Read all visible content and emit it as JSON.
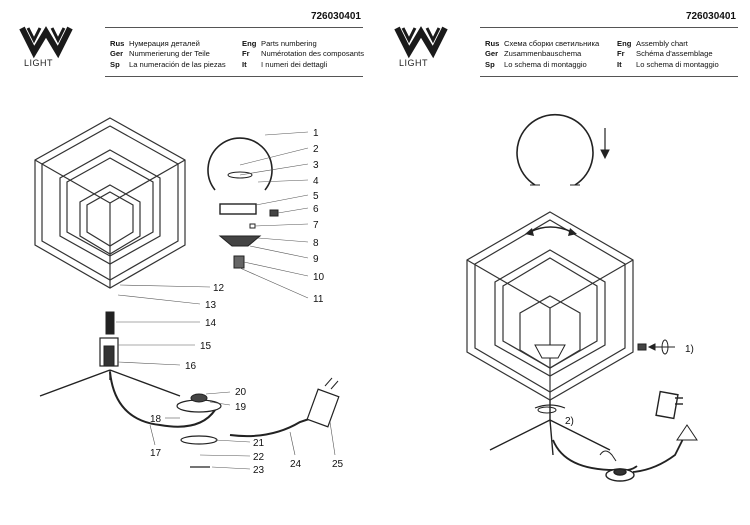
{
  "left": {
    "code": "726030401",
    "logo_text": "LIGHT",
    "langs_col1": [
      {
        "code": "Rus",
        "text": "Нумерация деталей"
      },
      {
        "code": "Ger",
        "text": "Nummerierung der Teile"
      },
      {
        "code": "Sp",
        "text": "La numeración de las piezas"
      }
    ],
    "langs_col2": [
      {
        "code": "Eng",
        "text": "Parts numbering"
      },
      {
        "code": "Fr",
        "text": "Numérotation des composants"
      },
      {
        "code": "It",
        "text": "I numeri dei dettagli"
      }
    ],
    "part_numbers": [
      "1",
      "2",
      "3",
      "4",
      "5",
      "6",
      "7",
      "8",
      "9",
      "10",
      "11",
      "12",
      "13",
      "14",
      "15",
      "16",
      "17",
      "18",
      "19",
      "20",
      "21",
      "22",
      "23",
      "24",
      "25"
    ]
  },
  "right": {
    "code": "726030401",
    "logo_text": "LIGHT",
    "langs_col1": [
      {
        "code": "Rus",
        "text": "Схема сборки светильника"
      },
      {
        "code": "Ger",
        "text": "Zusammenbauschema"
      },
      {
        "code": "Sp",
        "text": "Lo schema di montaggio"
      }
    ],
    "langs_col2": [
      {
        "code": "Eng",
        "text": "Assembly chart"
      },
      {
        "code": "Fr",
        "text": "Schéma d'assemblage"
      },
      {
        "code": "It",
        "text": "Lo schema di montaggio"
      }
    ],
    "step_labels": [
      "1)",
      "2)"
    ]
  }
}
